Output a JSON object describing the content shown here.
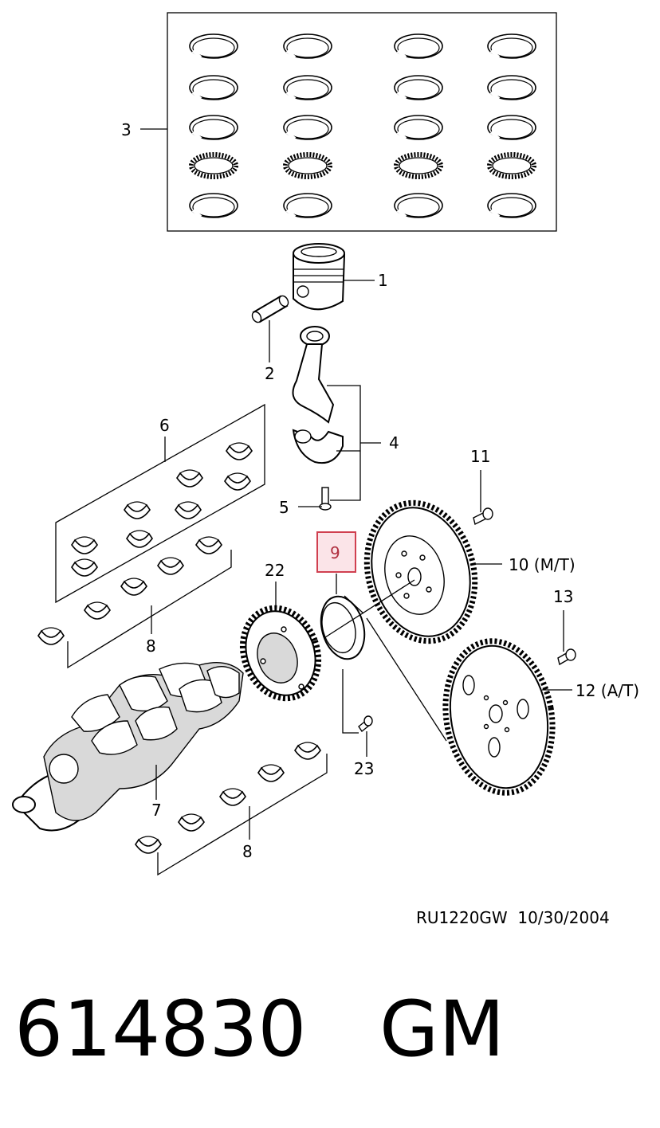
{
  "diagram": {
    "callouts": {
      "c1": "1",
      "c2": "2",
      "c3": "3",
      "c4": "4",
      "c5": "5",
      "c6": "6",
      "c7": "7",
      "c8a": "8",
      "c8b": "8",
      "c9": "9",
      "c10": "10 (M/T)",
      "c11": "11",
      "c12": "12 (A/T)",
      "c13": "13",
      "c22": "22",
      "c23": "23"
    },
    "highlight_color": "#d04050",
    "highlighted_callout": "9"
  },
  "footer": {
    "reference_code": "RU1220GW  10/30/2004",
    "part_number": "614830   GM"
  }
}
